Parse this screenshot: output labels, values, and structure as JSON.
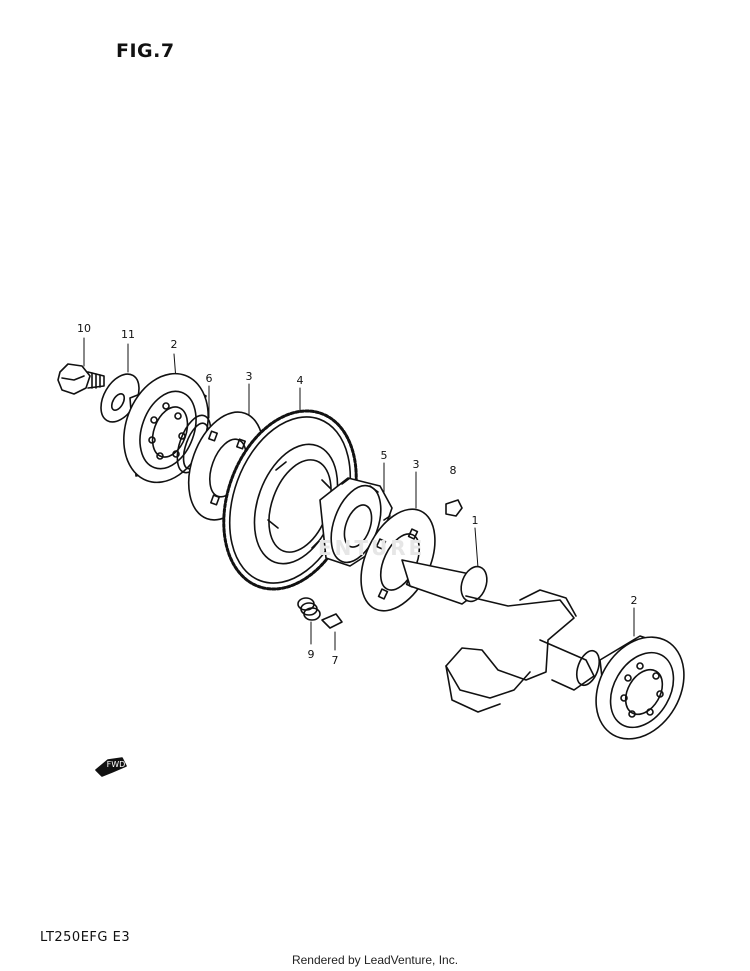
{
  "figure": {
    "title": "FIG.7",
    "model_code": "LT250EFG  E3",
    "footer": "Rendered by LeadVenture, Inc.",
    "fwd_label": "FWD",
    "watermark": "ENTURE"
  },
  "callouts": [
    {
      "label": "10",
      "part": "bolt"
    },
    {
      "label": "11",
      "part": "washer"
    },
    {
      "label": "2",
      "part": "bearing-left"
    },
    {
      "label": "6",
      "part": "snap-ring"
    },
    {
      "label": "3",
      "part": "plate-left"
    },
    {
      "label": "4",
      "part": "driven-gear"
    },
    {
      "label": "5",
      "part": "damper"
    },
    {
      "label": "3",
      "part": "plate-right"
    },
    {
      "label": "8",
      "part": "key"
    },
    {
      "label": "1",
      "part": "balancer-shaft"
    },
    {
      "label": "2",
      "part": "bearing-right"
    },
    {
      "label": "9",
      "part": "spring"
    },
    {
      "label": "7",
      "part": "pin"
    }
  ]
}
